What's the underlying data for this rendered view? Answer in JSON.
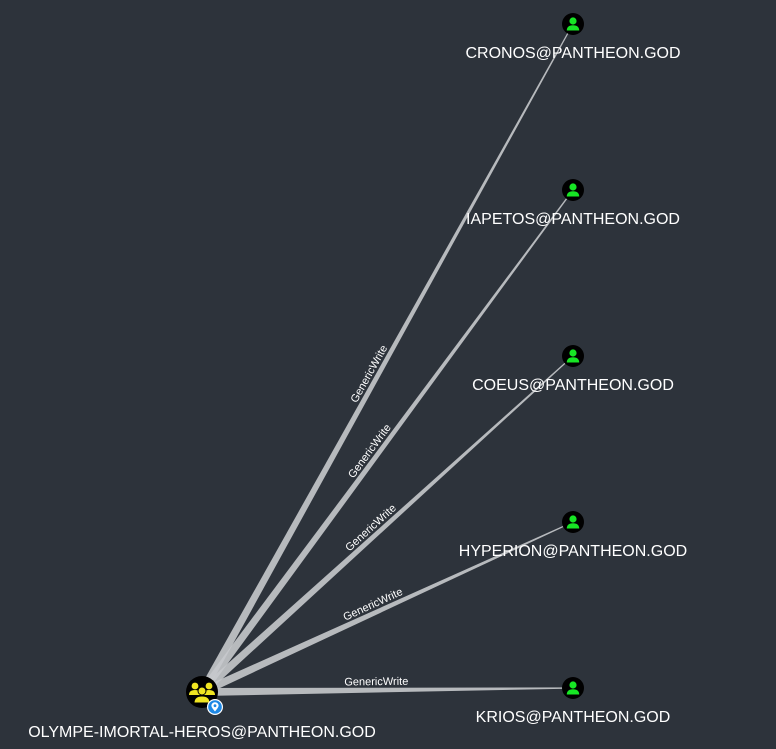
{
  "graph": {
    "source": {
      "label": "OLYMPE-IMORTAL-HEROS@PANTHEON.GOD",
      "type": "group",
      "icon": "group-icon",
      "badge_icon": "map-pin-icon",
      "color": "#f0e521"
    },
    "targets": [
      {
        "label": "CRONOS@PANTHEON.GOD",
        "type": "user",
        "icon": "user-icon",
        "color": "#17e625"
      },
      {
        "label": "IAPETOS@PANTHEON.GOD",
        "type": "user",
        "icon": "user-icon",
        "color": "#17e625"
      },
      {
        "label": "COEUS@PANTHEON.GOD",
        "type": "user",
        "icon": "user-icon",
        "color": "#17e625"
      },
      {
        "label": "HYPERION@PANTHEON.GOD",
        "type": "user",
        "icon": "user-icon",
        "color": "#17e625"
      },
      {
        "label": "KRIOS@PANTHEON.GOD",
        "type": "user",
        "icon": "user-icon",
        "color": "#17e625"
      }
    ],
    "edges": [
      {
        "label": "GenericWrite",
        "target": 0
      },
      {
        "label": "GenericWrite",
        "target": 1
      },
      {
        "label": "GenericWrite",
        "target": 2
      },
      {
        "label": "GenericWrite",
        "target": 3
      },
      {
        "label": "GenericWrite",
        "target": 4
      }
    ]
  }
}
